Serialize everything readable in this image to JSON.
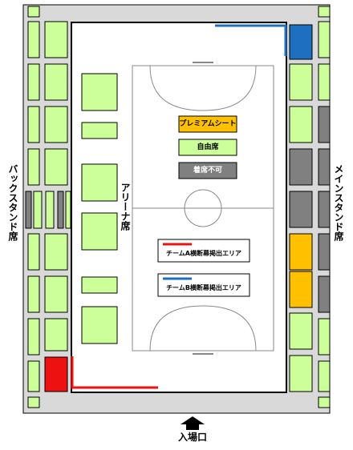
{
  "colors": {
    "seat_free": "#ccff99",
    "seat_premium": "#ffc000",
    "seat_unavailable": "#808080",
    "team_a": "#ee1111",
    "team_b": "#1f6fc0",
    "stand_bg": "#d9d9d9",
    "court_line": "#888888"
  },
  "legend": {
    "premium": "プレミアムシート",
    "free": "自由席",
    "unavailable": "着席不可"
  },
  "banner_legend": {
    "team_a": "チームA横断幕掲出エリア",
    "team_b": "チームB横断幕掲出エリア"
  },
  "labels": {
    "back_stand": "バックスタンド席",
    "main_stand": "メインスタンド席",
    "arena": "アリーナ席",
    "entrance": "入場口"
  }
}
